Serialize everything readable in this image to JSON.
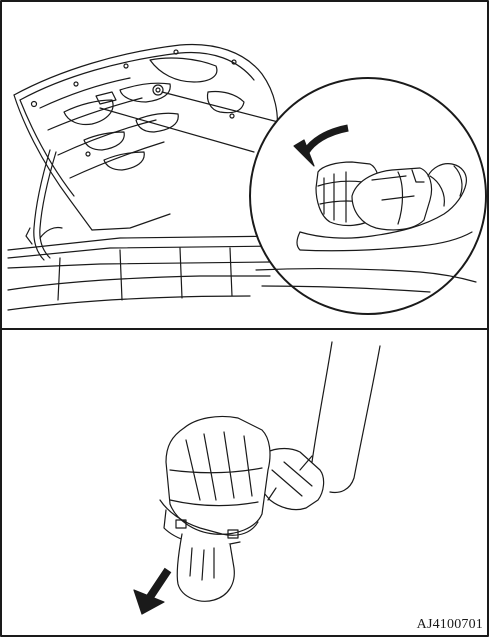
{
  "figure": {
    "reference_code": "AJ4100701"
  },
  "panels": [
    {
      "id": "upper",
      "content": "trunk-lid-lamp-socket-rotation"
    },
    {
      "id": "lower",
      "content": "bulb-removal"
    }
  ],
  "icons": {
    "rotate": "curved-arrow-counterclockwise-icon",
    "pull": "down-left-arrow-icon"
  },
  "colors": {
    "line": "#1a1a1a",
    "background": "#ffffff"
  }
}
